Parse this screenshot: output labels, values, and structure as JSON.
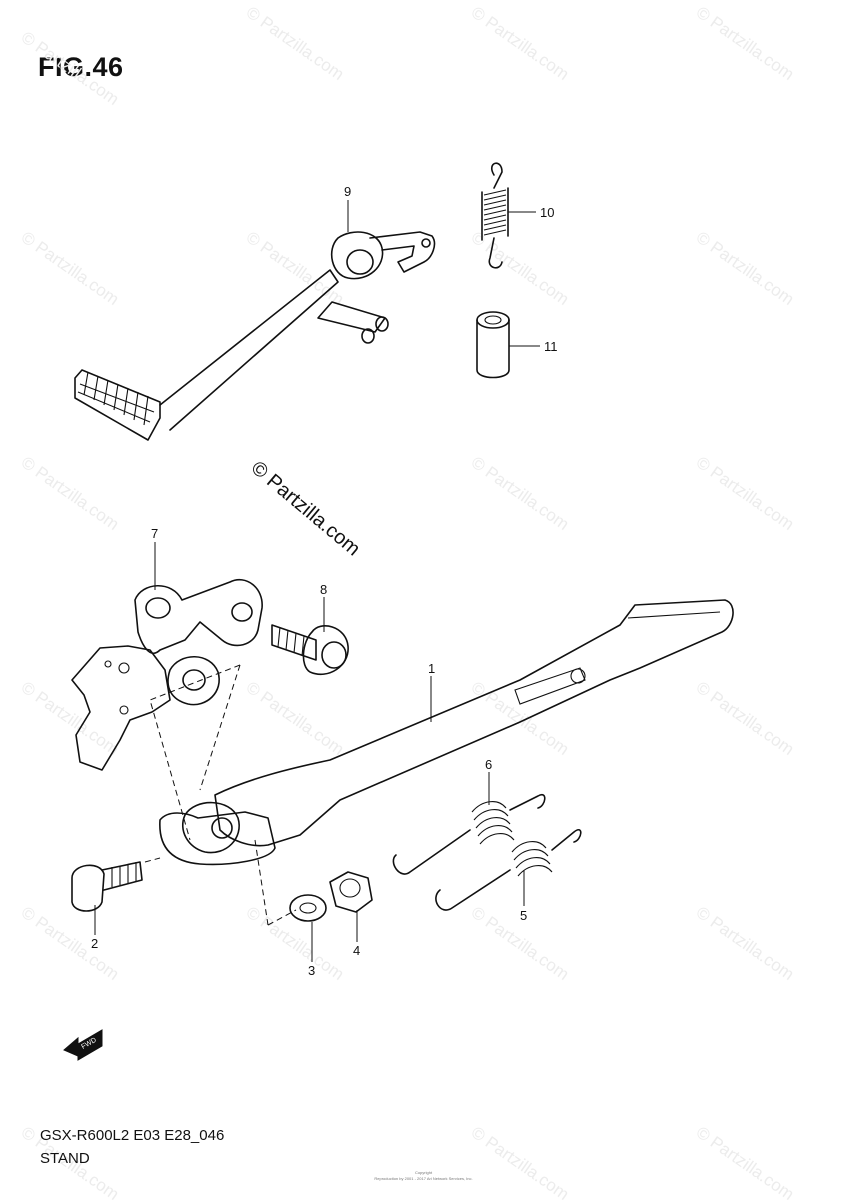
{
  "figure": {
    "title": "FIG.46",
    "code": "GSX-R600L2 E03 E28_046",
    "name": "STAND"
  },
  "watermark": {
    "center_text": "© Partzilla.com",
    "tile_text": "© Partzilla.com"
  },
  "callouts": [
    "1",
    "2",
    "3",
    "4",
    "5",
    "6",
    "7",
    "8",
    "9",
    "10",
    "11"
  ],
  "fwd_label": "FWD",
  "copyright": {
    "line1": "Copyright",
    "line2": "Reproduction by 2001 - 2017 Ari Network Services, Inc."
  }
}
